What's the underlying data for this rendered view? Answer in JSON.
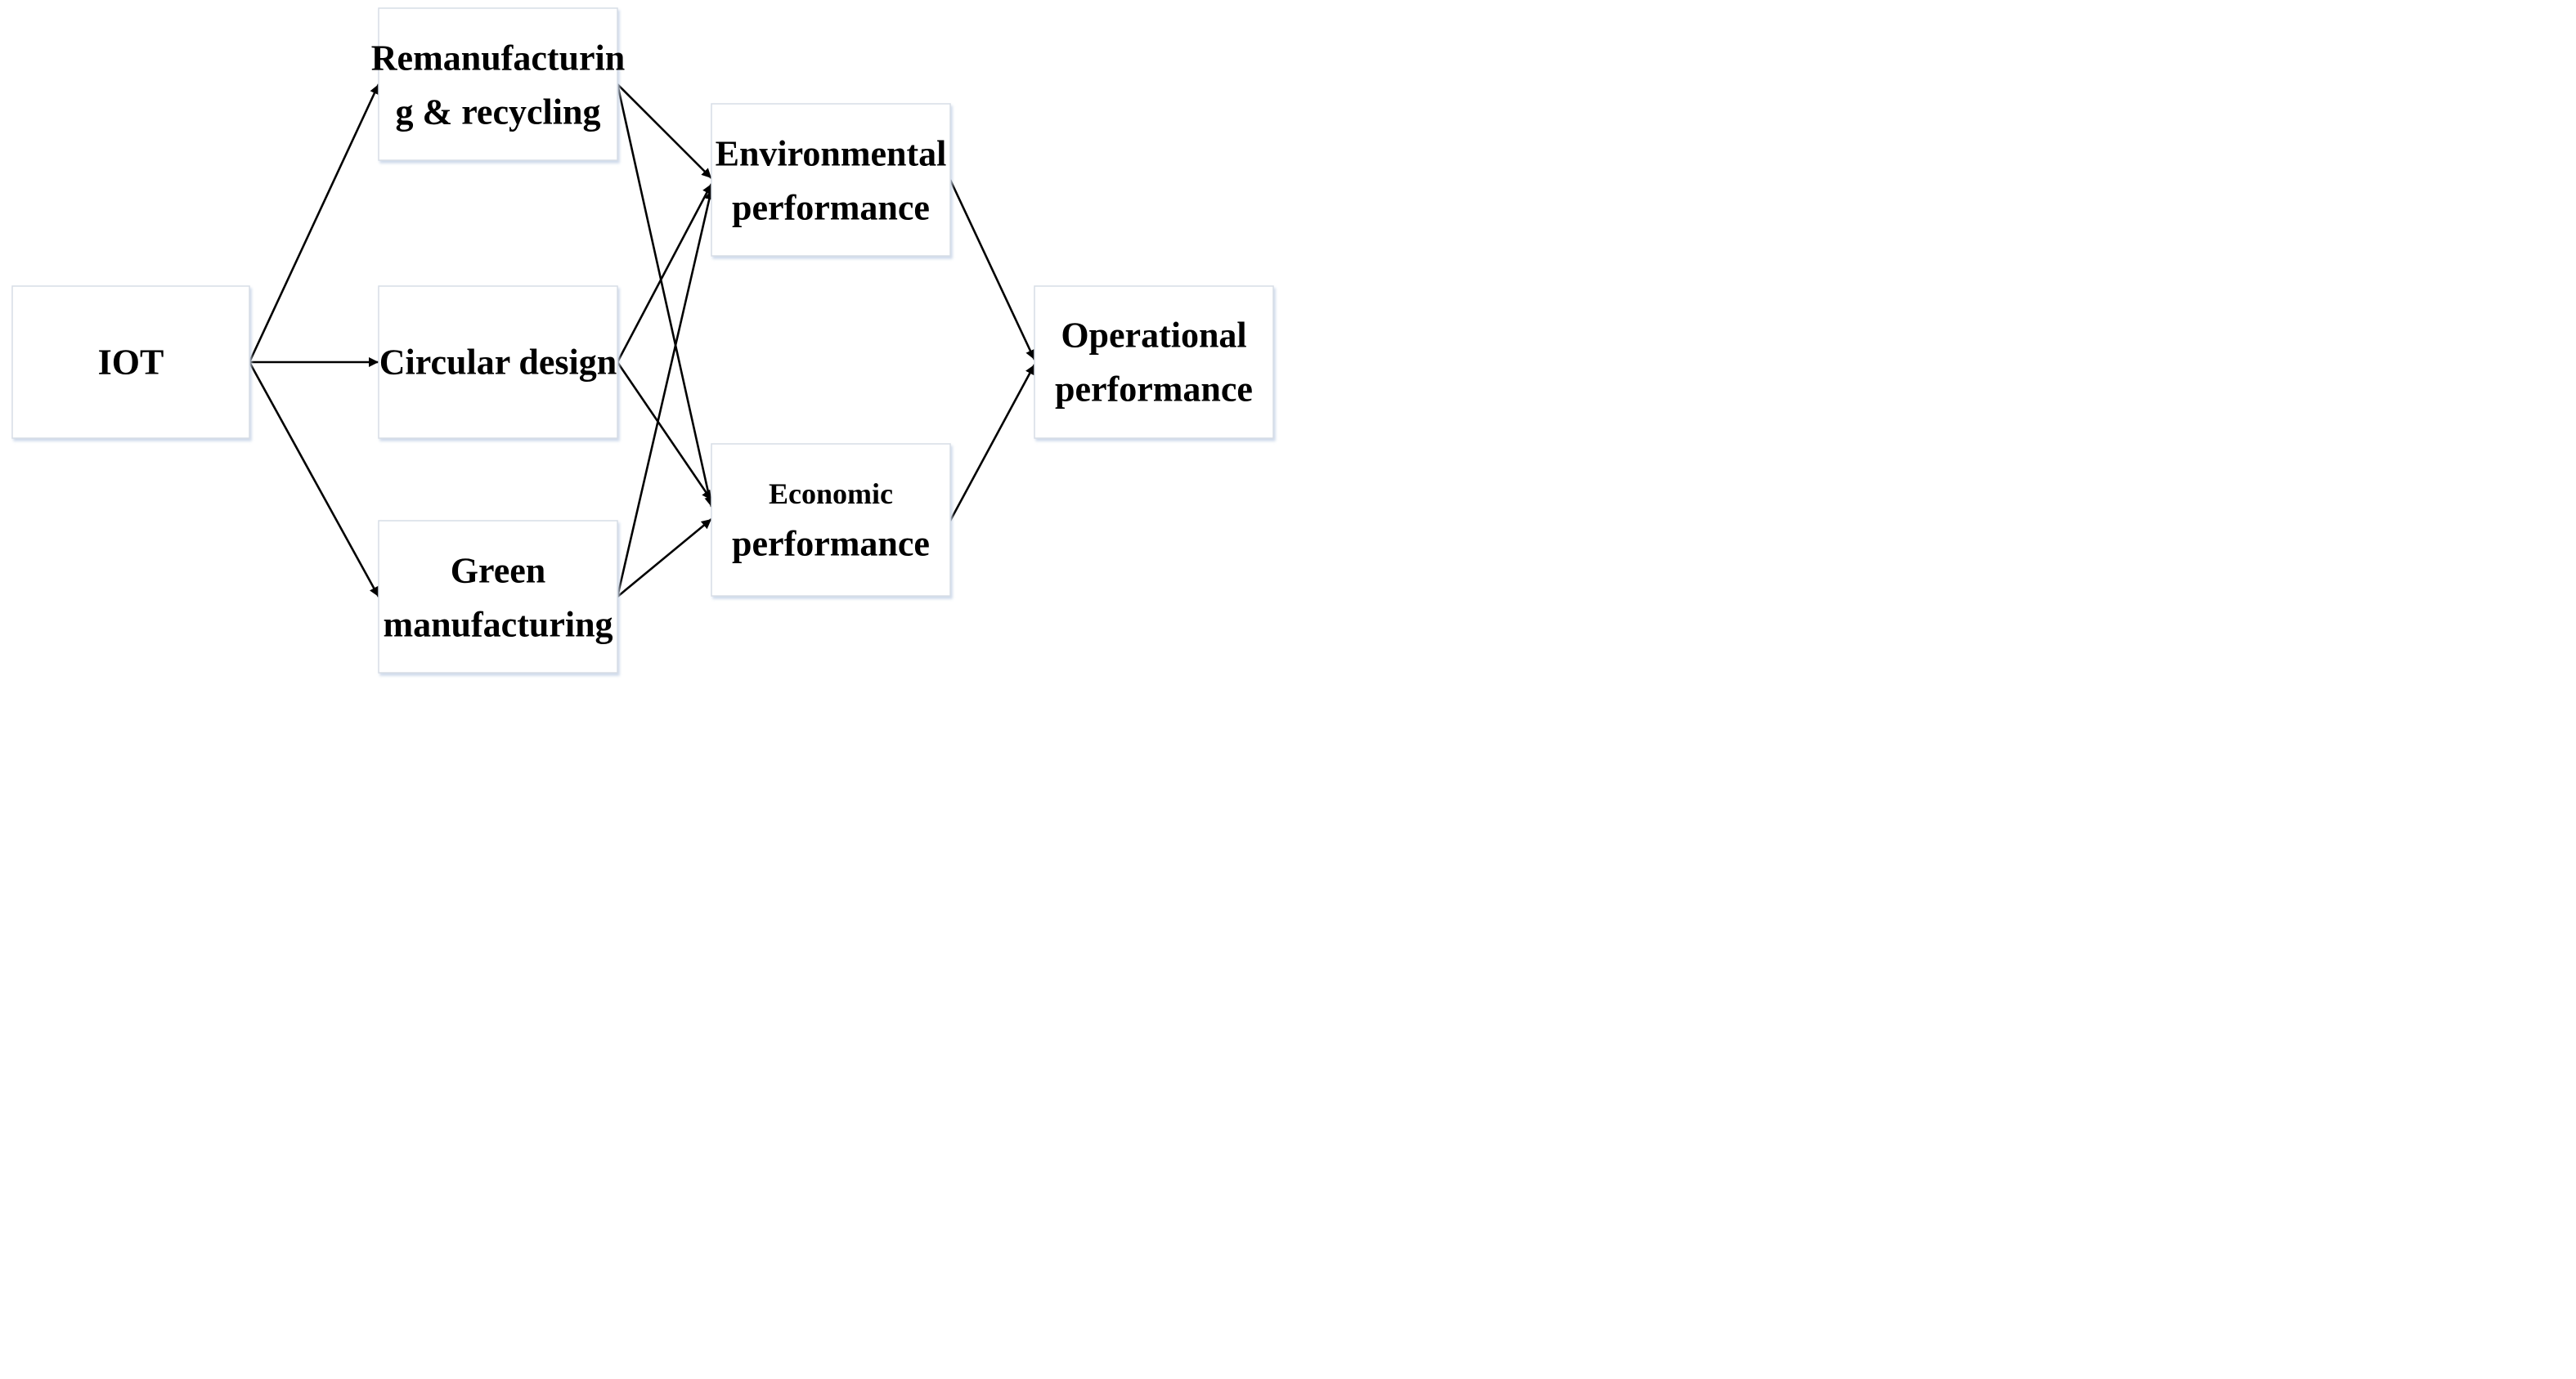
{
  "diagram": {
    "nodes": {
      "iot": {
        "lines": [
          "IOT"
        ]
      },
      "remanufacturing": {
        "lines": [
          "Remanufacturin",
          "g & recycling"
        ]
      },
      "circular": {
        "lines": [
          "Circular design"
        ]
      },
      "green": {
        "lines": [
          "Green",
          "manufacturing"
        ]
      },
      "environmental": {
        "lines": [
          "Environmental",
          "performance"
        ]
      },
      "economic": {
        "lines": [
          "Economic",
          "performance"
        ]
      },
      "operational": {
        "lines": [
          "Operational",
          "performance"
        ]
      }
    },
    "edges": [
      {
        "from": "iot",
        "to": "remanufacturing"
      },
      {
        "from": "iot",
        "to": "circular"
      },
      {
        "from": "iot",
        "to": "green"
      },
      {
        "from": "remanufacturing",
        "to": "environmental"
      },
      {
        "from": "remanufacturing",
        "to": "economic"
      },
      {
        "from": "circular",
        "to": "environmental"
      },
      {
        "from": "circular",
        "to": "economic"
      },
      {
        "from": "green",
        "to": "environmental"
      },
      {
        "from": "green",
        "to": "economic"
      },
      {
        "from": "environmental",
        "to": "operational"
      },
      {
        "from": "economic",
        "to": "operational"
      }
    ]
  }
}
